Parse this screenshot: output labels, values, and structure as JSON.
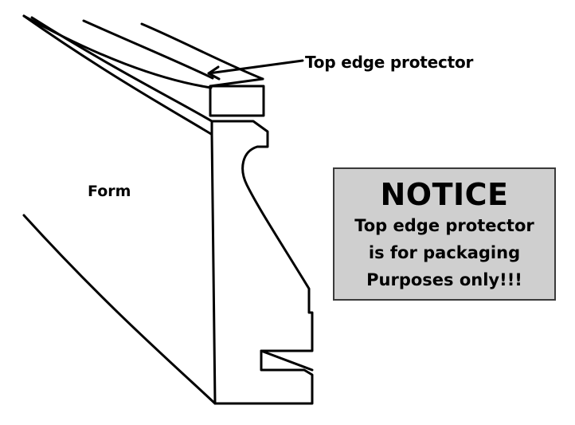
{
  "labels": {
    "top_edge_protector": "Top edge protector",
    "form": "Form"
  },
  "notice": {
    "title": "NOTICE",
    "lines": [
      "Top edge protector",
      "is for packaging",
      "Purposes only!!!"
    ],
    "background_color": "#cfcfcf",
    "border_color": "#3a3a3a"
  },
  "colors": {
    "line": "#000000",
    "background": "#ffffff"
  }
}
